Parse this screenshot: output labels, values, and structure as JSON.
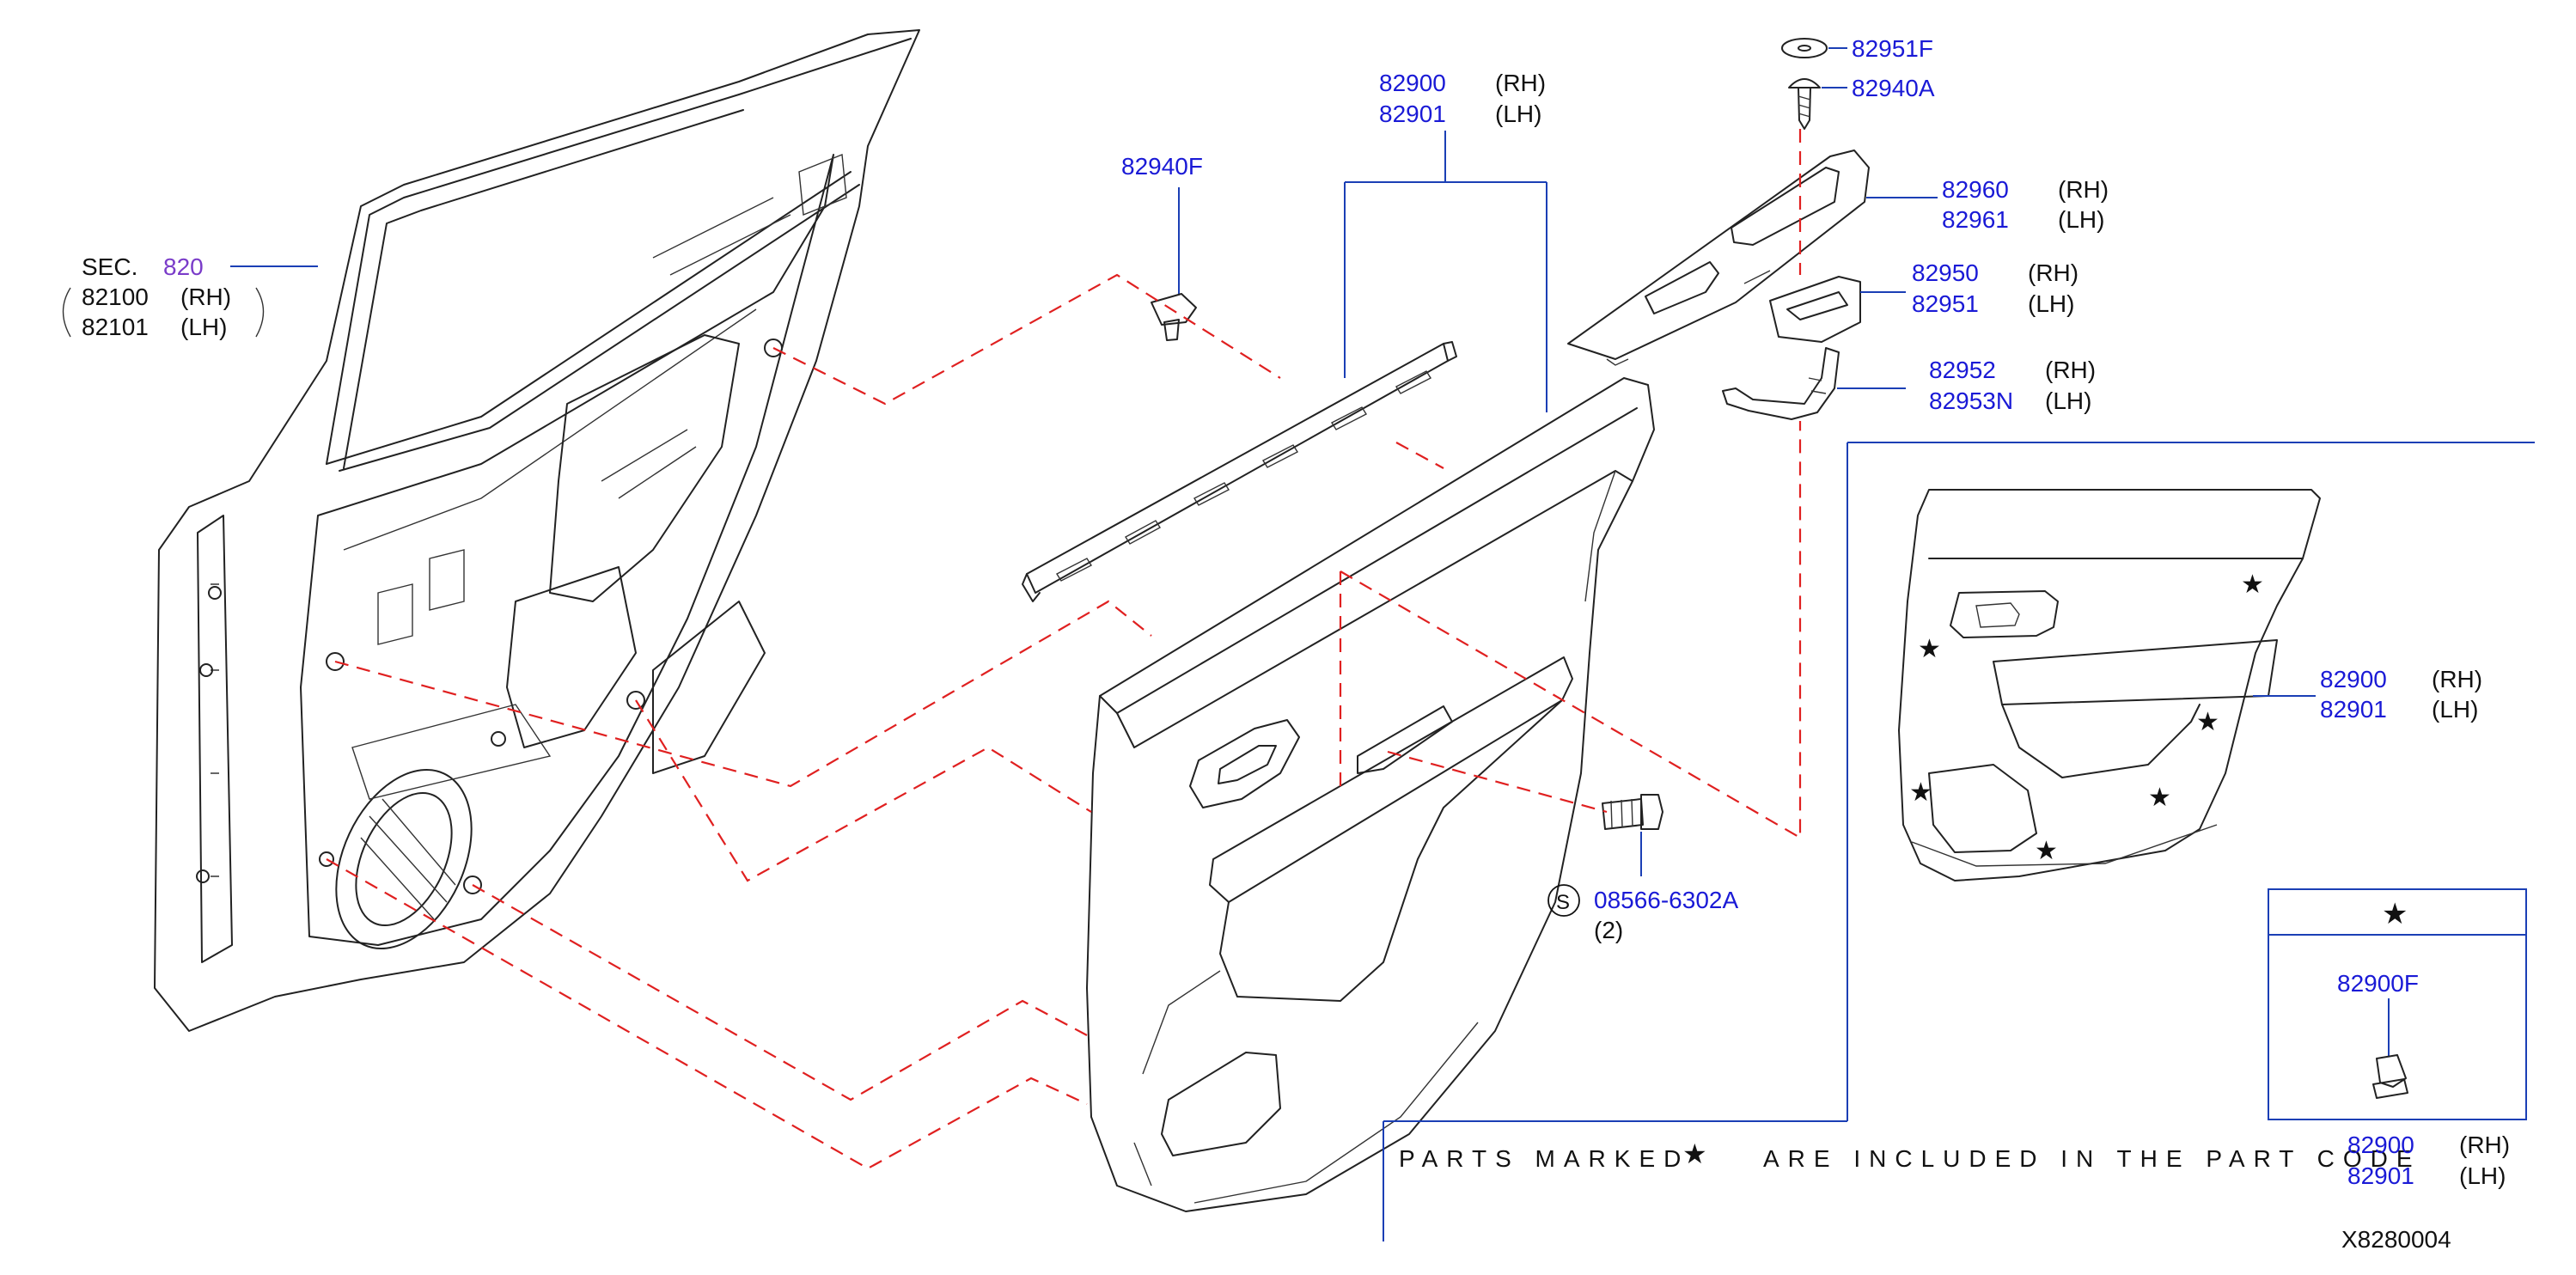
{
  "callouts": {
    "sec": {
      "prefix": "SEC.",
      "number": "820"
    },
    "door_panel_outer": {
      "rh": "82100",
      "lh": "82101",
      "rh_tag": "(RH)",
      "lh_tag": "(LH)"
    },
    "clip_82940f": "82940F",
    "trim_main": {
      "rh": "82900",
      "lh": "82901",
      "rh_tag": "(RH)",
      "lh_tag": "(LH)"
    },
    "washer_82951f": "82951F",
    "screw_82940a": "82940A",
    "armrest_finisher": {
      "rh": "82960",
      "lh": "82961",
      "rh_tag": "(RH)",
      "lh_tag": "(LH)"
    },
    "pull_pocket": {
      "rh": "82950",
      "lh": "82951",
      "rh_tag": "(RH)",
      "lh_tag": "(LH)"
    },
    "bracket": {
      "rh": "82952",
      "lh": "82953N",
      "rh_tag": "(RH)",
      "lh_tag": "(LH)"
    },
    "bolt": {
      "symbol": "S",
      "code": "08566-6302A",
      "qty": "(2)"
    },
    "detail_trim": {
      "rh": "82900",
      "lh": "82901",
      "rh_tag": "(RH)",
      "lh_tag": "(LH)"
    },
    "star_clip": "82900F"
  },
  "notice": {
    "text": "PARTS MARKED",
    "text2": "ARE INCLUDED IN THE PART CODE",
    "rh": "82900",
    "lh": "82901",
    "rh_tag": "(RH)",
    "lh_tag": "(LH)"
  },
  "diagram_code": "X8280004",
  "colors": {
    "part_number": "#1a1ad6",
    "section_ref": "#7a3cc9",
    "leader_line": "#1b3fb5",
    "phantom_line": "#e02020"
  }
}
